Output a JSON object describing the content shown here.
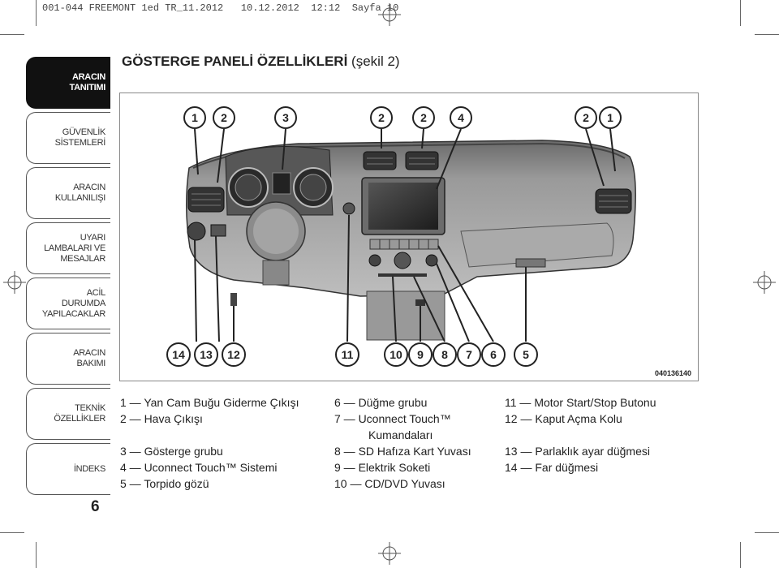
{
  "header": {
    "file": "001-044 FREEMONT 1ed TR_11.2012",
    "date": "10.12.2012",
    "time": "12:12",
    "page": "Sayfa 10"
  },
  "sidebar": {
    "tabs": [
      {
        "label": "ARACIN\nTANITIMI",
        "active": true
      },
      {
        "label": "GÜVENLİK\nSİSTEMLERİ",
        "active": false
      },
      {
        "label": "ARACIN\nKULLANILIŞI",
        "active": false
      },
      {
        "label": "UYARI\nLAMBALARI VE\nMESAJLAR",
        "active": false
      },
      {
        "label": "ACİL\nDURUMDA\nYAPILACAKLAR",
        "active": false
      },
      {
        "label": "ARACIN\nBAKIMI",
        "active": false
      },
      {
        "label": "TEKNİK\nÖZELLİKLER",
        "active": false
      },
      {
        "label": "İNDEKS",
        "active": false
      }
    ]
  },
  "page_title": "GÖSTERGE PANELİ ÖZELLİKLERİ",
  "page_title_suffix": "(şekil 2)",
  "figure": {
    "code": "040136140",
    "top_callouts": [
      "1",
      "2",
      "3",
      "2",
      "2",
      "4",
      "2",
      "1"
    ],
    "bottom_callouts": [
      "14",
      "13",
      "12",
      "11",
      "10",
      "9",
      "8",
      "7",
      "6",
      "5"
    ]
  },
  "legend": {
    "col1": [
      "1 — Yan Cam Buğu Giderme Çıkışı",
      "2 — Hava Çıkışı",
      "",
      "3 — Gösterge grubu",
      "4 — Uconnect Touch™ Sistemi",
      "5 — Torpido gözü"
    ],
    "col2": [
      "6 — Düğme grubu",
      "7 — Uconnect Touch™",
      "Kumandaları",
      "8 — SD Hafıza Kart Yuvası",
      "9 — Elektrik Soketi",
      "10 — CD/DVD Yuvası"
    ],
    "col3": [
      "11 — Motor Start/Stop Butonu",
      "12 — Kaput Açma Kolu",
      "",
      "13 — Parlaklık ayar düğmesi",
      "14 — Far düğmesi"
    ]
  },
  "page_number": "6"
}
